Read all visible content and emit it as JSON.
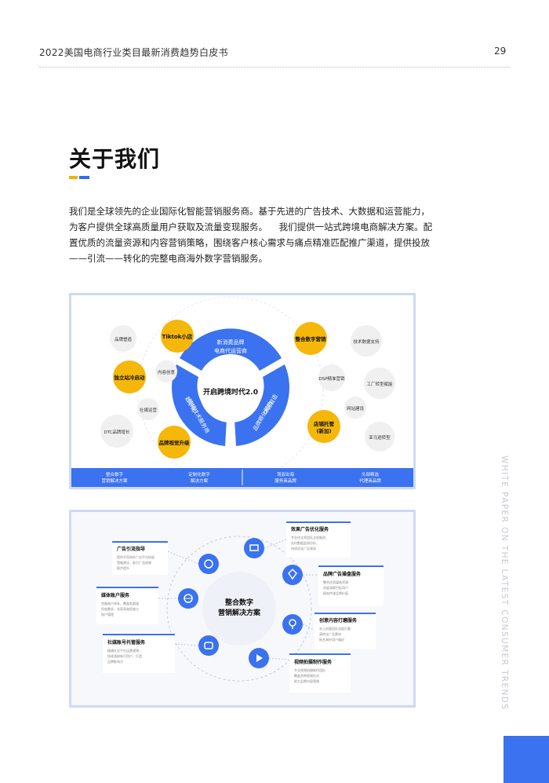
{
  "header": {
    "title": "2022美国电商行业类目最新消费趋势白皮书",
    "page": "29"
  },
  "section": {
    "title": "关于我们",
    "intro_lines": [
      "我们是全球领先的企业国际化智能营销服务商。基于先进的广告技术、大数据和运营能力，",
      "为客户提供全球高质量用户获取及流量变现服务。    我们提供一站式跨境电商解决方案。配",
      "置优质的流量资源和内容营销策略，围绕客户核心需求与痛点精准匹配推广渠道，提供投放",
      "——引流——转化的完整电商海外数字营销服务。"
    ]
  },
  "diagram1": {
    "center": "开启跨境时代2.0",
    "ring": [
      "新消费品牌",
      "电商代运营商",
      "数字化",
      "营销技术服务商",
      "中国智造",
      "品牌孵化基地"
    ],
    "bubbles_yellow": [
      "Tiktok小店",
      "独立站冷启动",
      "品牌视觉升级",
      "整合数字营销",
      "店铺托管",
      "(新加)"
    ],
    "bubbles_gray": [
      "品牌塑造",
      "内容创意",
      "社媒运营",
      "DTC品牌增长",
      "技术数据支持",
      "DSP精准营销",
      "工厂转型赋能",
      "网站建设",
      "亚马逊转型"
    ],
    "bottom_bar": [
      {
        "l1": "整合数字",
        "l2": "营销解决方案"
      },
      {
        "l1": "定制化数字",
        "l2": "解决方案"
      },
      {
        "l1": "驾驭出海",
        "l2": "服务商品牌"
      },
      {
        "l1": "头部精选",
        "l2": "代理商品牌"
      }
    ]
  },
  "diagram2": {
    "center_l1": "整合数字",
    "center_l2": "营销解决方案",
    "cards": [
      {
        "title": "广告引流指导",
        "desc": [
          "提供不同海外广告平台投放",
          "策略建议，助力广告效果",
          "稳步提升"
        ]
      },
      {
        "title": "媒体账户服务",
        "desc": [
          "完备账户体系，覆盖各渠道",
          "投放需求，实现高效投放与",
          "账户管理"
        ]
      },
      {
        "title": "社媒账号托管服务",
        "desc": [
          "精通社交平台运营规律，",
          "快速涨粉吸引用户，打造",
          "品牌影响力"
        ]
      },
      {
        "title": "效果广告优化服务",
        "desc": [
          "专业优化师团队全程跟进，",
          "实时数据监测分析，",
          "持续优化广告表现"
        ]
      },
      {
        "title": "品牌广告操盘服务",
        "desc": [
          "整合优质媒体资源",
          "深度洞察目标用户",
          "精准传递品牌价值"
        ]
      },
      {
        "title": "创意内容打磨服务",
        "desc": [
          "本土创意团队深度打磨",
          "高转化广告素材",
          "贴合海外用户偏好"
        ]
      },
      {
        "title": "视频拍摄制作服务",
        "desc": [
          "专业视频拍摄制作团队",
          "覆盖多种视频形式",
          "助力品牌内容营销"
        ]
      }
    ]
  },
  "side": {
    "text": "WHITE PAPER ON THE LATEST CONSUMER TRENDS"
  },
  "colors": {
    "blue": "#3a72ef",
    "yellow": "#f5b70a",
    "panel_border": "#cdd9f6"
  }
}
